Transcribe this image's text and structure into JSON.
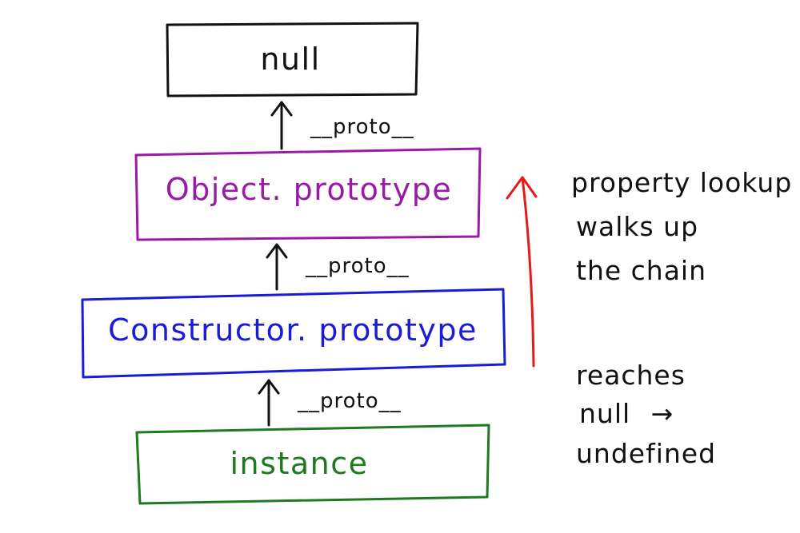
{
  "colors": {
    "null_box": "#111111",
    "object_prototype": "#9a1aa8",
    "constructor_prototype": "#1a1ad8",
    "instance": "#1e7a1e",
    "lookup_arrow": "#e81818",
    "ink": "#111111"
  },
  "boxes": {
    "null": {
      "label": "null"
    },
    "object_prototype": {
      "label": "Object. prototype"
    },
    "constructor_prototype": {
      "label": "Constructor. prototype"
    },
    "instance": {
      "label": "instance"
    }
  },
  "links": [
    {
      "label": "__proto__",
      "from": "object_prototype",
      "to": "null"
    },
    {
      "label": "__proto__",
      "from": "constructor_prototype",
      "to": "object_prototype"
    },
    {
      "label": "__proto__",
      "from": "instance",
      "to": "constructor_prototype"
    }
  ],
  "notes": {
    "lookup": {
      "line1": "property lookup",
      "line2": "walks  up",
      "line3": "the chain"
    },
    "end": {
      "line1": "reaches",
      "line2": "null",
      "line2_arrow": "→",
      "line3": "undefined"
    }
  }
}
